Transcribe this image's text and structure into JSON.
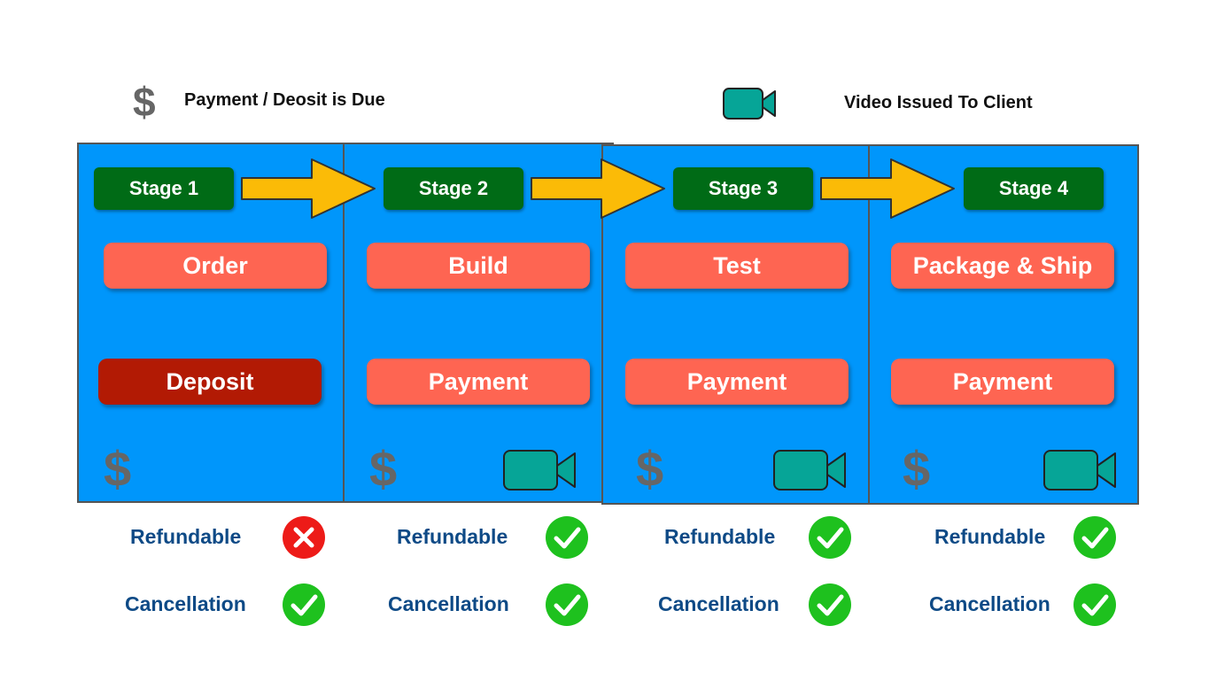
{
  "legend": {
    "payment_symbol": "$",
    "payment_text": "Payment / Deosit is Due",
    "video_text": "Video Issued To Client"
  },
  "stages": [
    {
      "stage": "Stage 1",
      "activity": "Order",
      "payment": "Deposit",
      "payment_emphasis": true,
      "video": false,
      "refundable": false,
      "cancellation": true
    },
    {
      "stage": "Stage 2",
      "activity": "Build",
      "payment": "Payment",
      "payment_emphasis": false,
      "video": true,
      "refundable": true,
      "cancellation": true
    },
    {
      "stage": "Stage 3",
      "activity": "Test",
      "payment": "Payment",
      "payment_emphasis": false,
      "video": true,
      "refundable": true,
      "cancellation": true
    },
    {
      "stage": "Stage 4",
      "activity": "Package & Ship",
      "payment": "Payment",
      "payment_emphasis": false,
      "video": true,
      "refundable": true,
      "cancellation": true
    }
  ],
  "labels": {
    "refundable": "Refundable",
    "cancellation": "Cancellation",
    "dollar": "$"
  },
  "colors": {
    "panel": "#0096fb",
    "stage_badge": "#006b16",
    "pill": "#fe6552",
    "deposit_pill": "#b21a04",
    "arrow": "#fbbb07",
    "camera": "#06a597",
    "check": "#1ec11e",
    "cross": "#ed1b18",
    "status_text": "#0e4a86"
  }
}
